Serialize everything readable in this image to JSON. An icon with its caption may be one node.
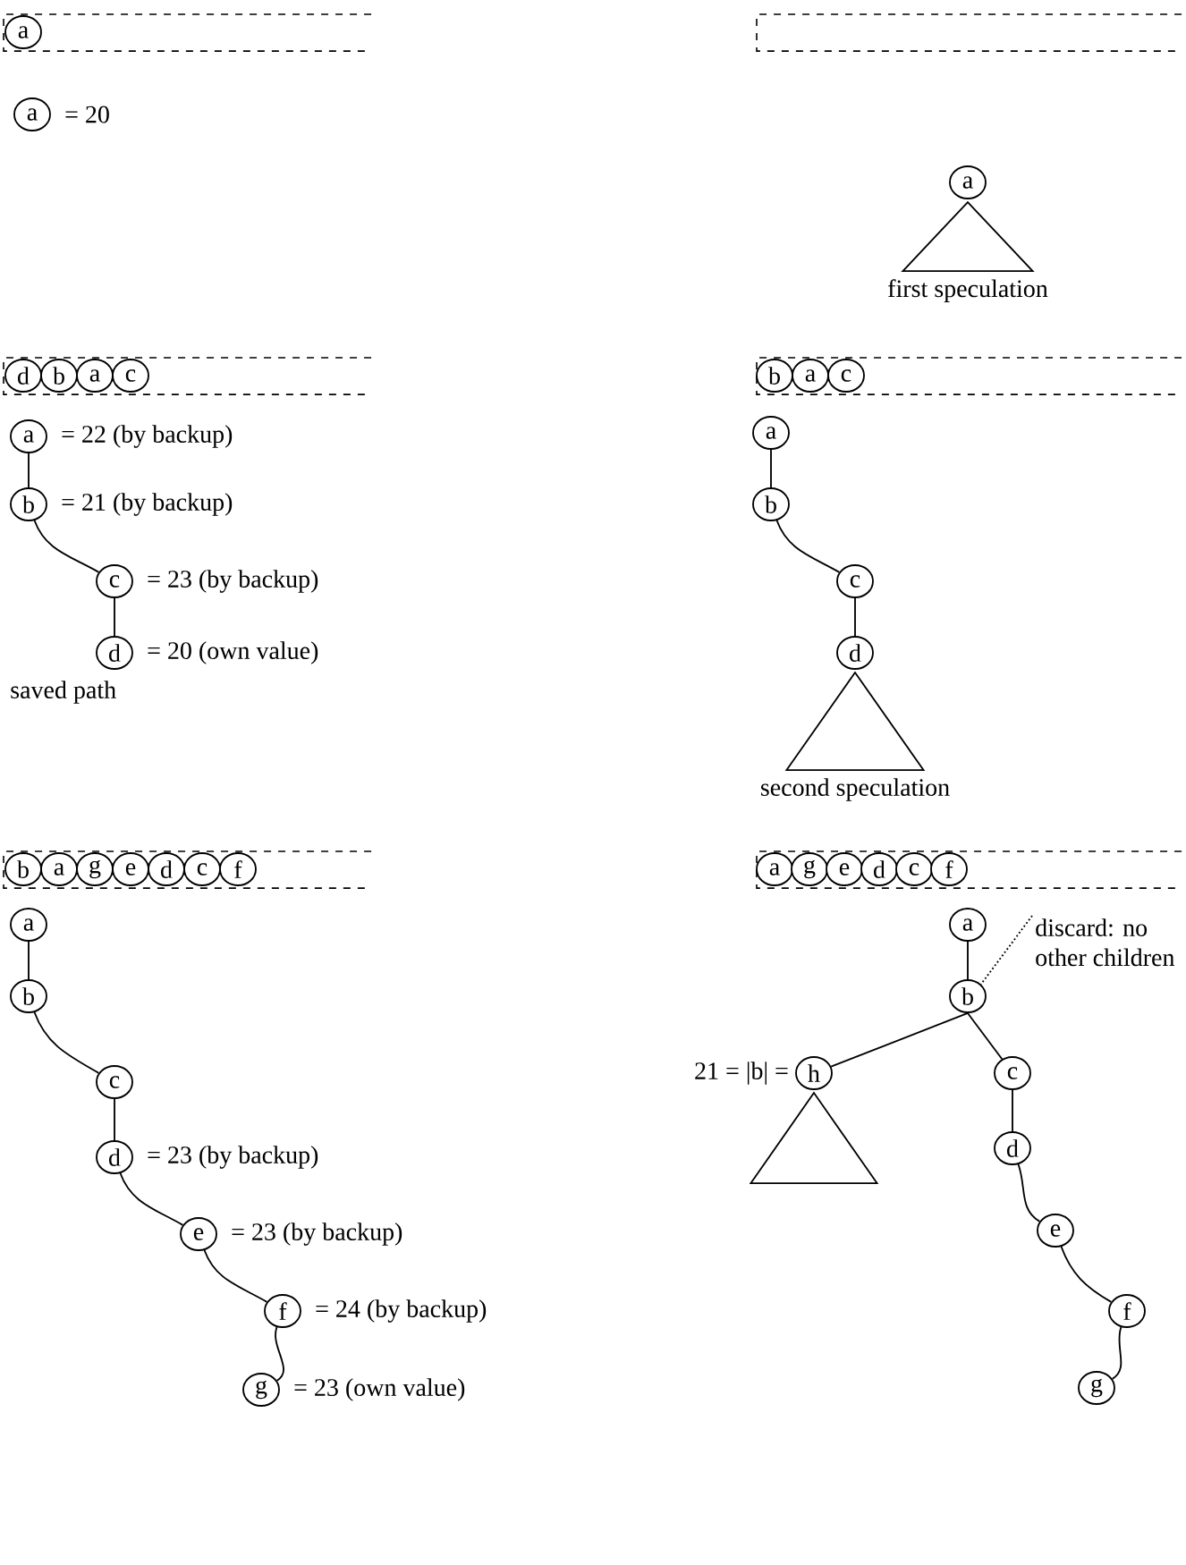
{
  "diagram": {
    "nodes": [
      {
        "text": [],
        "shape": "box"
      },
      {
        "text": [
          "a"
        ],
        "in": 0
      },
      {
        "text": [
          "a"
        ],
        "beside": [
          "= 20"
        ]
      },
      {
        "text": [],
        "shape": "box"
      },
      {
        "text": [
          "a"
        ]
      },
      {
        "text": [],
        "shape": "triangle",
        "beside": [
          "first speculation"
        ]
      },
      {
        "text": [],
        "shape": "box"
      },
      {
        "text": [
          "d"
        ],
        "in": 6
      },
      {
        "text": [
          "b"
        ],
        "in": 6
      },
      {
        "text": [
          "a"
        ],
        "in": 6
      },
      {
        "text": [
          "c"
        ],
        "in": 6
      },
      {
        "text": [
          "a"
        ],
        "beside": [
          "= 22 (by backup)"
        ]
      },
      {
        "text": [
          "b"
        ],
        "beside": [
          "= 21 (by backup)"
        ]
      },
      {
        "text": [
          "c"
        ],
        "beside": [
          "= 23 (by backup)"
        ]
      },
      {
        "text": [
          "d"
        ],
        "beside": [
          "= 20 (own value)"
        ]
      },
      {
        "text": [],
        "shape": "box"
      },
      {
        "text": [
          "b"
        ],
        "in": 15
      },
      {
        "text": [
          "a"
        ],
        "in": 15
      },
      {
        "text": [
          "c"
        ],
        "in": 15
      },
      {
        "text": [
          "a"
        ]
      },
      {
        "text": [
          "b"
        ]
      },
      {
        "text": [
          "c"
        ]
      },
      {
        "text": [
          "d"
        ]
      },
      {
        "text": [],
        "shape": "triangle",
        "beside": [
          "second speculation"
        ]
      },
      {
        "text": [],
        "shape": "box"
      },
      {
        "text": [
          "b"
        ],
        "in": 24
      },
      {
        "text": [
          "a"
        ],
        "in": 24
      },
      {
        "text": [
          "g"
        ],
        "in": 24
      },
      {
        "text": [
          "e"
        ],
        "in": 24
      },
      {
        "text": [
          "d"
        ],
        "in": 24
      },
      {
        "text": [
          "c"
        ],
        "in": 24
      },
      {
        "text": [
          "f"
        ],
        "in": 24
      },
      {
        "text": [
          "a"
        ]
      },
      {
        "text": [
          "b"
        ]
      },
      {
        "text": [
          "c"
        ]
      },
      {
        "text": [
          "d"
        ],
        "beside": [
          "= 23 (by backup)"
        ]
      },
      {
        "text": [
          "e"
        ],
        "beside": [
          "= 23 (by backup)"
        ]
      },
      {
        "text": [
          "f"
        ],
        "beside": [
          "= 24 (by backup)"
        ]
      },
      {
        "text": [
          "g"
        ],
        "beside": [
          "= 23 (own value)"
        ]
      },
      {
        "text": [],
        "shape": "box"
      },
      {
        "text": [
          "a"
        ],
        "in": 39
      },
      {
        "text": [
          "g"
        ],
        "in": 39
      },
      {
        "text": [
          "e"
        ],
        "in": 39
      },
      {
        "text": [
          "d"
        ],
        "in": 39
      },
      {
        "text": [
          "c"
        ],
        "in": 39
      },
      {
        "text": [
          "f"
        ],
        "in": 39
      },
      {
        "text": [
          "a"
        ]
      },
      {
        "text": [
          "b"
        ]
      },
      {
        "text": [
          "h"
        ],
        "beside": [
          "21 = |b| ="
        ]
      },
      {
        "text": [],
        "shape": "triangle"
      },
      {
        "text": [
          "c"
        ]
      },
      {
        "text": [
          "d"
        ]
      },
      {
        "text": [
          "e"
        ]
      },
      {
        "text": [
          "f"
        ]
      },
      {
        "text": [
          "g"
        ]
      },
      {
        "text": [
          "discard: no other children"
        ]
      }
    ],
    "edges": [
      {
        "from": 11,
        "to": 12,
        "arrow": "none"
      },
      {
        "from": 12,
        "to": 13,
        "arrow": "none"
      },
      {
        "from": 13,
        "to": 14,
        "arrow": "none"
      },
      {
        "from": 19,
        "to": 20,
        "arrow": "none"
      },
      {
        "from": 20,
        "to": 21,
        "arrow": "none"
      },
      {
        "from": 21,
        "to": 22,
        "arrow": "none"
      },
      {
        "from": 32,
        "to": 33,
        "arrow": "none"
      },
      {
        "from": 33,
        "to": 34,
        "arrow": "none"
      },
      {
        "from": 34,
        "to": 35,
        "arrow": "none"
      },
      {
        "from": 35,
        "to": 36,
        "arrow": "none"
      },
      {
        "from": 36,
        "to": 37,
        "arrow": "none"
      },
      {
        "from": 37,
        "to": 38,
        "arrow": "none"
      },
      {
        "from": 46,
        "to": 47,
        "arrow": "none"
      },
      {
        "from": 47,
        "to": 48,
        "arrow": "none"
      },
      {
        "from": 47,
        "to": 50,
        "arrow": "none"
      },
      {
        "from": 50,
        "to": 51,
        "arrow": "none"
      },
      {
        "from": 51,
        "to": 52,
        "arrow": "none"
      },
      {
        "from": 52,
        "to": 53,
        "arrow": "none"
      },
      {
        "from": 53,
        "to": 54,
        "arrow": "none"
      },
      {
        "from": 55,
        "to": 47,
        "arrow": "none",
        "style": "dashed"
      }
    ],
    "labels": [
      "saved path"
    ]
  }
}
